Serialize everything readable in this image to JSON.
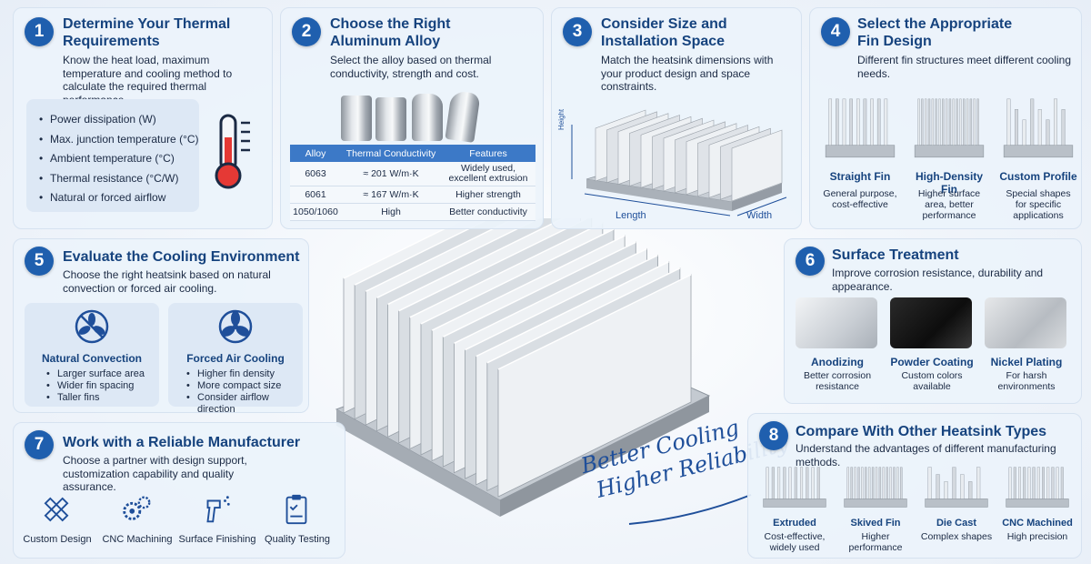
{
  "sections": {
    "s1": {
      "number": "1",
      "title_l1": "Determine Your Thermal",
      "title_l2": "Requirements",
      "desc": "Know the heat load, maximum temperature and cooling method to calculate the required thermal performance.",
      "items": [
        "Power dissipation (W)",
        "Max. junction temperature (°C)",
        "Ambient temperature (°C)",
        "Thermal resistance (°C/W)",
        "Natural or forced airflow"
      ],
      "icon": "thermometer-icon"
    },
    "s2": {
      "number": "2",
      "title_l1": "Choose the Right",
      "title_l2": "Aluminum Alloy",
      "desc": "Select the alloy based on thermal conductivity, strength and cost.",
      "table": {
        "headers": [
          "Alloy",
          "Thermal Conductivity",
          "Features"
        ],
        "rows": [
          [
            "6063",
            "≈ 201 W/m·K",
            "Widely used, excellent extrusion"
          ],
          [
            "6061",
            "≈ 167 W/m·K",
            "Higher strength"
          ],
          [
            "1050/1060",
            "High",
            "Better conductivity"
          ]
        ]
      }
    },
    "s3": {
      "number": "3",
      "title_l1": "Consider Size and",
      "title_l2": "Installation Space",
      "desc": "Match the heatsink dimensions with your product design and space constraints.",
      "dim_height": "Height",
      "dim_length": "Length",
      "dim_width": "Width"
    },
    "s4": {
      "number": "4",
      "title_l1": "Select the Appropriate",
      "title_l2": "Fin Design",
      "desc": "Different fin structures meet different cooling needs.",
      "fins": [
        {
          "name": "Straight Fin",
          "note": "General purpose, cost-effective"
        },
        {
          "name": "High-Density Fin",
          "note": "Higher surface area, better performance"
        },
        {
          "name": "Custom Profile",
          "note": "Special shapes for specific applications"
        }
      ]
    },
    "s5": {
      "number": "5",
      "title": "Evaluate the Cooling Environment",
      "desc": "Choose the right heatsink based on natural convection or forced air cooling.",
      "natural": {
        "name": "Natural Convection",
        "items": [
          "Larger surface area",
          "Wider fin spacing",
          "Taller fins"
        ],
        "icon": "no-fan-icon"
      },
      "forced": {
        "name": "Forced Air Cooling",
        "items": [
          "Higher fin density",
          "More compact size",
          "Consider airflow direction"
        ],
        "icon": "fan-icon"
      }
    },
    "s6": {
      "number": "6",
      "title": "Surface Treatment",
      "desc": "Improve corrosion resistance, durability and appearance.",
      "finishes": [
        {
          "name": "Anodizing",
          "note": "Better corrosion resistance"
        },
        {
          "name": "Powder Coating",
          "note": "Custom colors available"
        },
        {
          "name": "Nickel Plating",
          "note": "For harsh environments"
        }
      ]
    },
    "s7": {
      "number": "7",
      "title": "Work with a Reliable Manufacturer",
      "desc": "Choose a partner with design support, customization capability and quality assurance.",
      "services": [
        {
          "label": "Custom Design",
          "icon": "ruler-pencil-icon"
        },
        {
          "label": "CNC Machining",
          "icon": "gears-icon"
        },
        {
          "label": "Surface Finishing",
          "icon": "spray-gun-icon"
        },
        {
          "label": "Quality Testing",
          "icon": "clipboard-check-icon"
        }
      ]
    },
    "s8": {
      "number": "8",
      "title": "Compare With Other Heatsink Types",
      "desc": "Understand the advantages of different manufacturing methods.",
      "types": [
        {
          "name": "Extruded",
          "note": "Cost-effective, widely used"
        },
        {
          "name": "Skived Fin",
          "note": "Higher performance"
        },
        {
          "name": "Die Cast",
          "note": "Complex shapes"
        },
        {
          "name": "CNC Machined",
          "note": "High precision"
        }
      ]
    }
  },
  "slogan": {
    "line1": "Better Cooling",
    "line2": "Higher Reliability"
  },
  "colors": {
    "accent": "#1f5fae",
    "title": "#16437e",
    "table_header": "#3c79c7",
    "thermo_red": "#e53935"
  }
}
